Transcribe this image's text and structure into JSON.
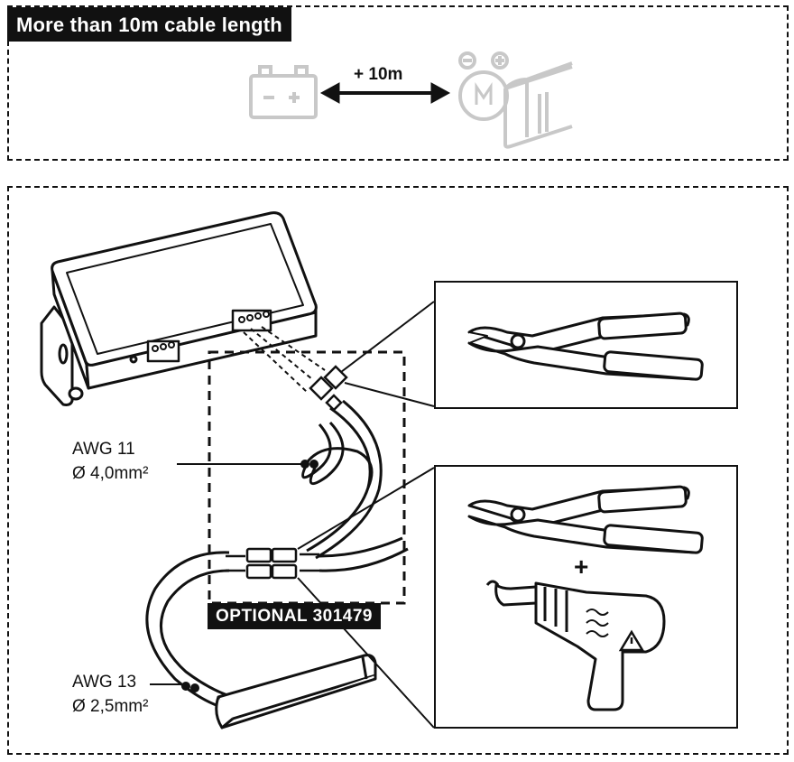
{
  "header": {
    "title": "More than 10m cable length"
  },
  "cable_extension": {
    "length_label": "+ 10m"
  },
  "wires": {
    "awg11_gauge": "AWG 11",
    "awg11_section": "Ø 4,0mm²",
    "awg13_gauge": "AWG 13",
    "awg13_section": "Ø 2,5mm²"
  },
  "optional_kit": {
    "label": "OPTIONAL 301479"
  },
  "tools": {
    "plus": "+"
  },
  "icons": [
    "battery-icon",
    "motor-icon",
    "arrow-double-icon",
    "control-box-icon",
    "pliers-icon",
    "heat-gun-icon",
    "warning-icon",
    "actuator-icon"
  ]
}
